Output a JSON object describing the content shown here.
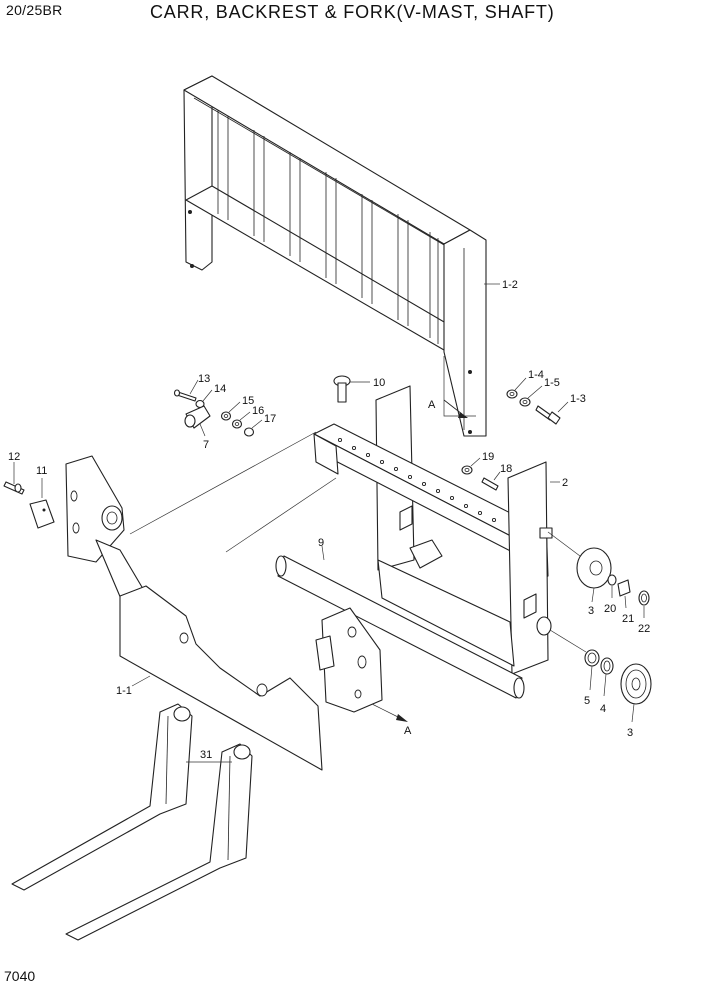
{
  "header": {
    "model": "20/25BR",
    "title": "CARR, BACKREST & FORK(V-MAST, SHAFT)"
  },
  "footer": {
    "page_code": "7040"
  },
  "callouts": {
    "c1_2": "1-2",
    "c1_4": "1-4",
    "c1_5": "1-5",
    "c1_3": "1-3",
    "c13": "13",
    "c14": "14",
    "c10": "10",
    "c15": "15",
    "c16": "16",
    "c17": "17",
    "c7": "7",
    "c12": "12",
    "c11": "11",
    "c19": "19",
    "c18": "18",
    "c2": "2",
    "c9": "9",
    "c3a": "3",
    "c20": "20",
    "c21": "21",
    "c22": "22",
    "c5": "5",
    "c4": "4",
    "c3b": "3",
    "c1_1": "1-1",
    "c31": "31",
    "arrowA1": "A",
    "arrowA2": "A"
  }
}
